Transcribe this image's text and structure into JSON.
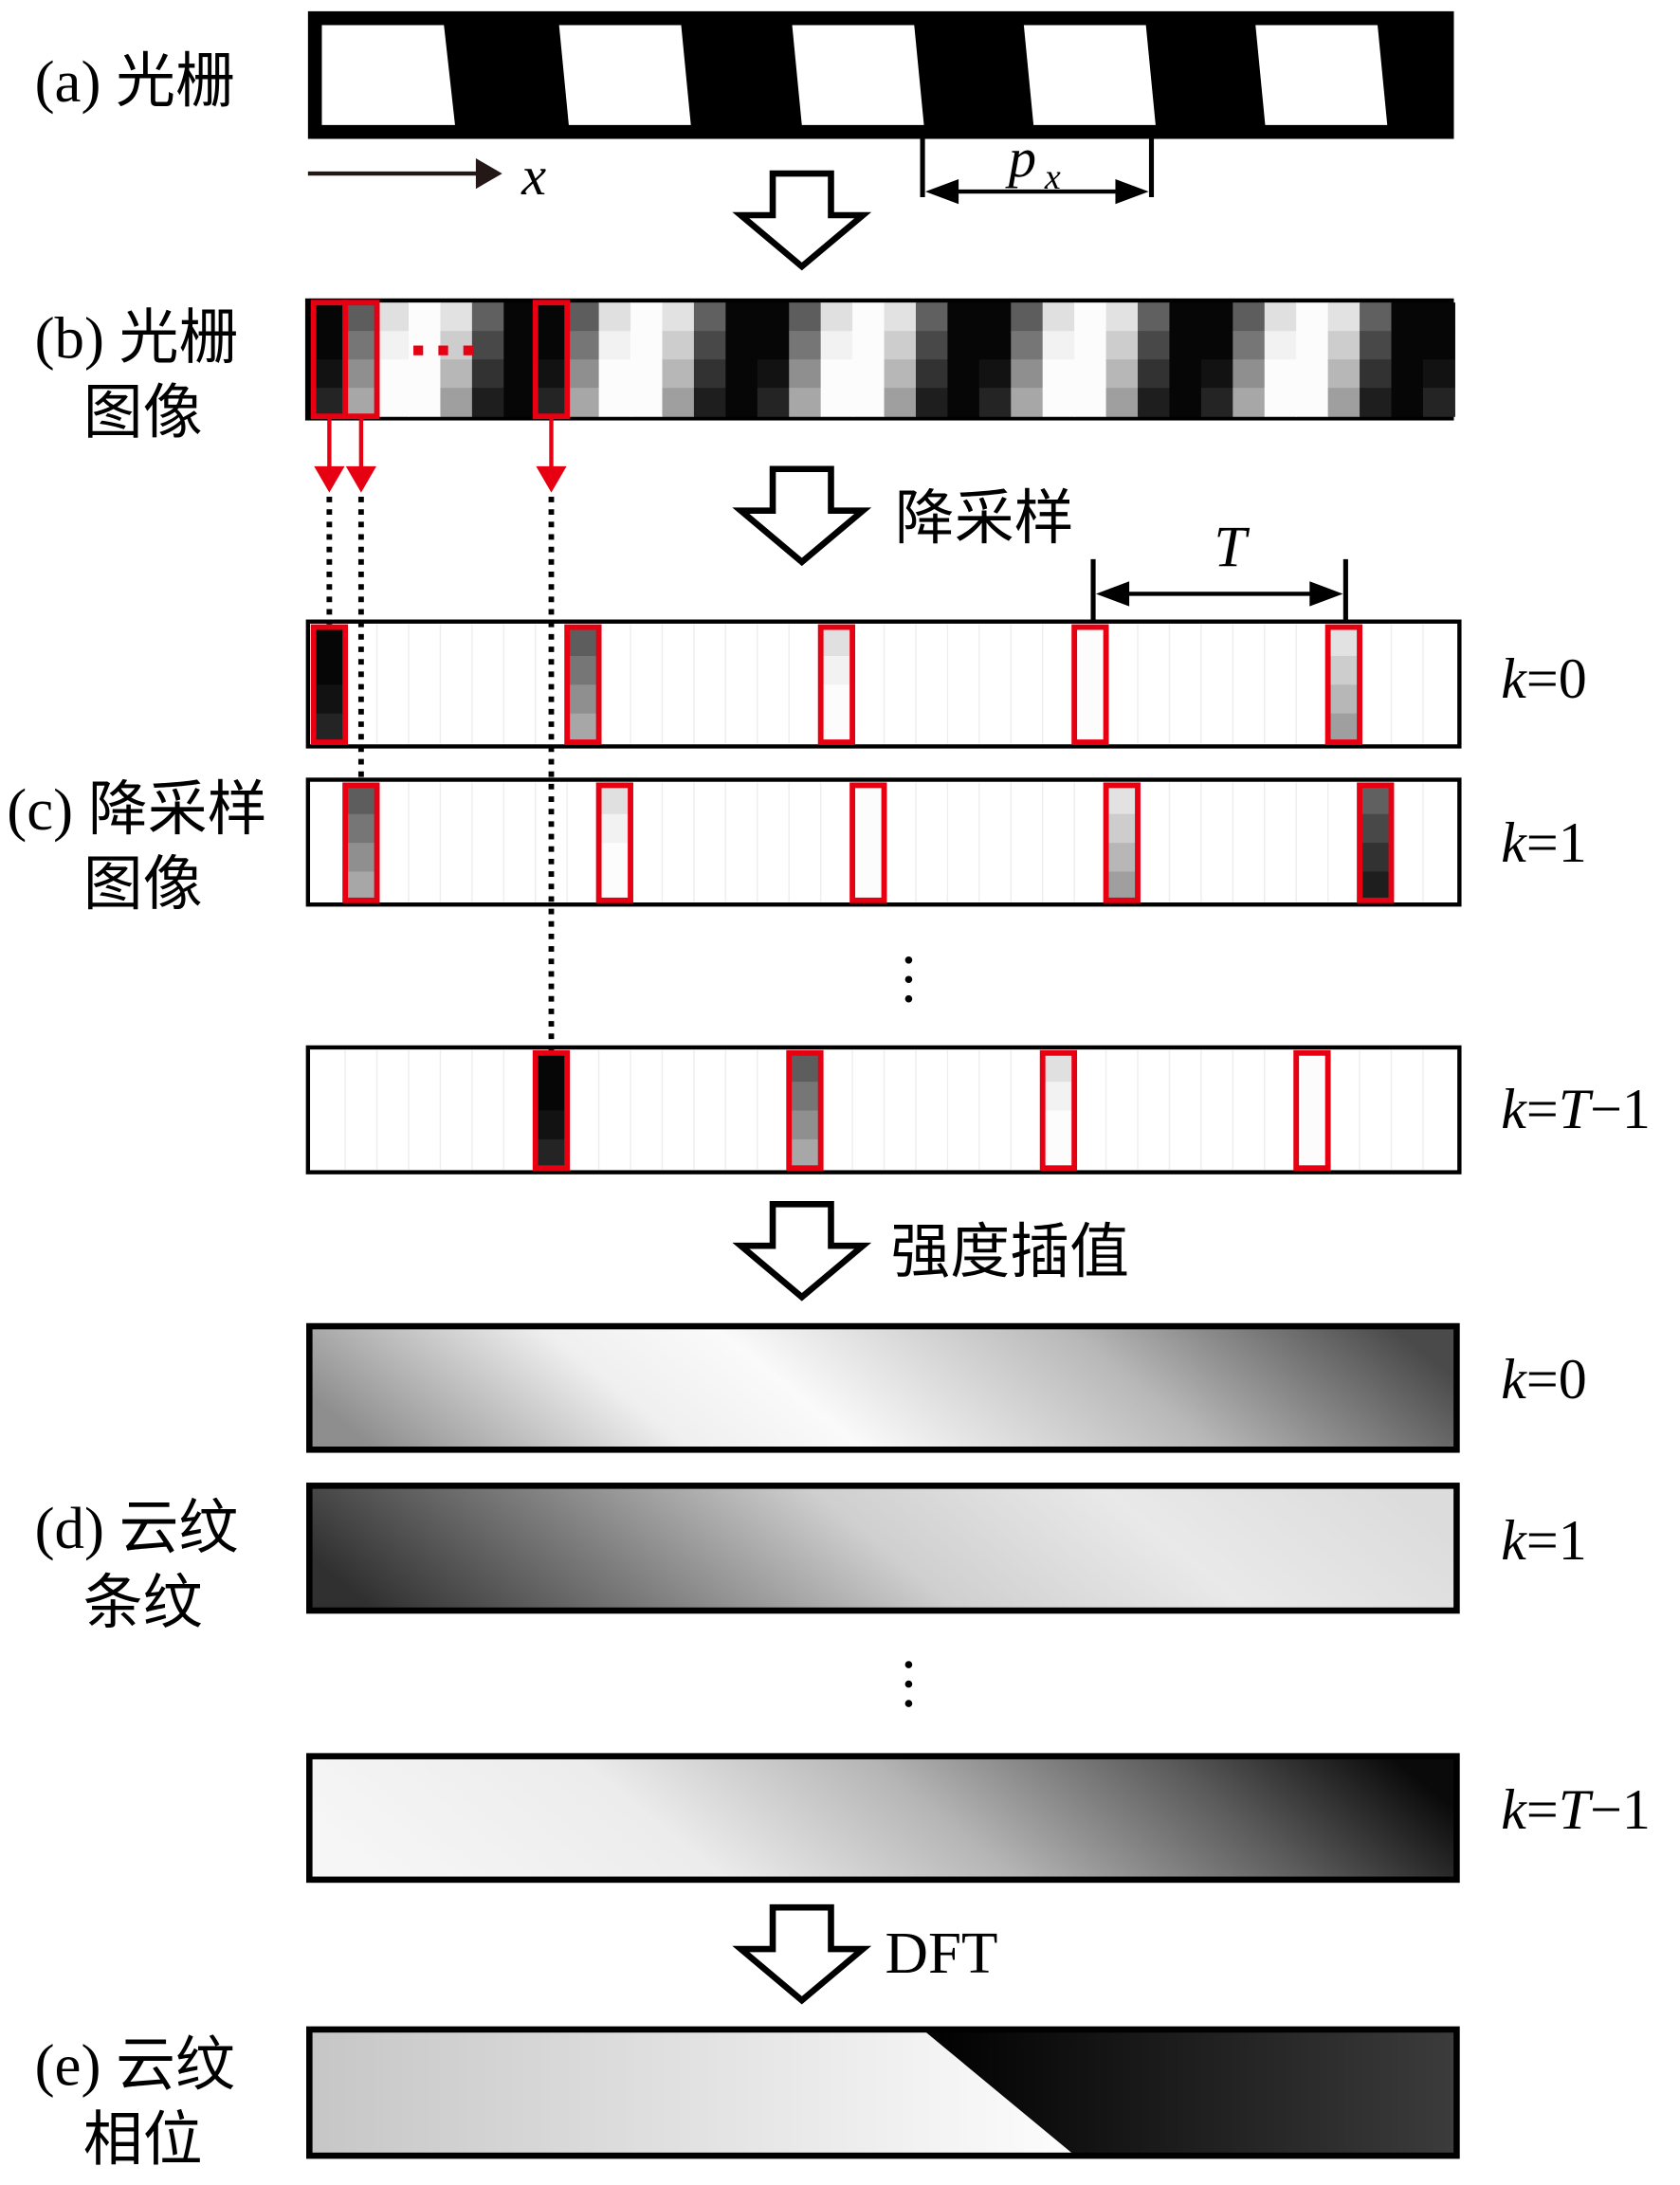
{
  "panels": {
    "a": {
      "label": "(a) 光栅",
      "axis_label": "x",
      "period_symbol": "p",
      "period_subscript": "x"
    },
    "b": {
      "label_lines": [
        "(b) 光栅",
        "图像"
      ]
    },
    "c": {
      "label_lines": [
        "(c) 降采样",
        "图像"
      ],
      "period_symbol": "T",
      "rows": [
        {
          "label_parts": [
            "k",
            "=0"
          ]
        },
        {
          "label_parts": [
            "k",
            "=1"
          ]
        },
        {
          "label_parts": [
            "k",
            "=",
            "T",
            "−1"
          ]
        }
      ]
    },
    "d": {
      "label_lines": [
        "(d) 云纹",
        "条纹"
      ],
      "rows": [
        {
          "label_parts": [
            "k",
            "=0"
          ]
        },
        {
          "label_parts": [
            "k",
            "=1"
          ]
        },
        {
          "label_parts": [
            "k",
            "=",
            "T",
            "−1"
          ]
        }
      ]
    },
    "e": {
      "label_lines": [
        "(e) 云纹",
        "相位"
      ]
    }
  },
  "steps": [
    "降采样",
    "强度插值",
    "DFT"
  ],
  "colors": {
    "highlight": "#e60012",
    "ink": "#000000"
  }
}
